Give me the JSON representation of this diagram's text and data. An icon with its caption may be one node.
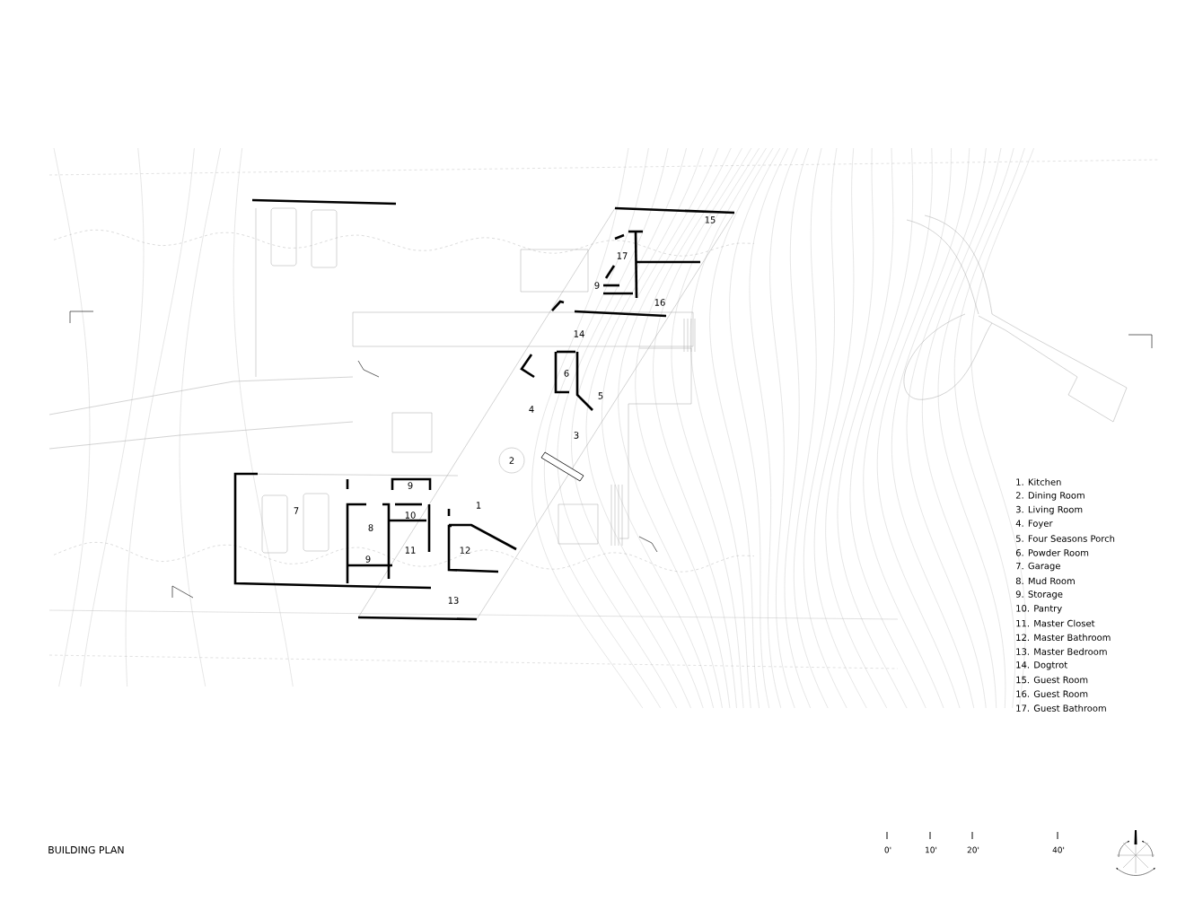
{
  "diagram": {
    "title": "BUILDING PLAN",
    "labels": [
      "15",
      "17",
      "9",
      "16",
      "14",
      "6",
      "5",
      "4",
      "3",
      "2",
      "9",
      "1",
      "7",
      "10",
      "8",
      "11",
      "12",
      "9",
      "13",
      "1. Kitchen",
      "2. Dining Room",
      "3. Living Room",
      "4. Foyer",
      "5. Four Seasons Porch",
      "6. Powder Room",
      "7. Garage",
      "8. Mud Room",
      "9. Storage",
      "10. Pantry",
      "11. Master Closet",
      "12. Master Bathroom",
      "13. Master Bedroom",
      "14. Dogtrot",
      "15. Guest Room",
      "16. Guest Room",
      "17. Guest Bathroom",
      "0'",
      "10'",
      "20'",
      "40'"
    ]
  }
}
